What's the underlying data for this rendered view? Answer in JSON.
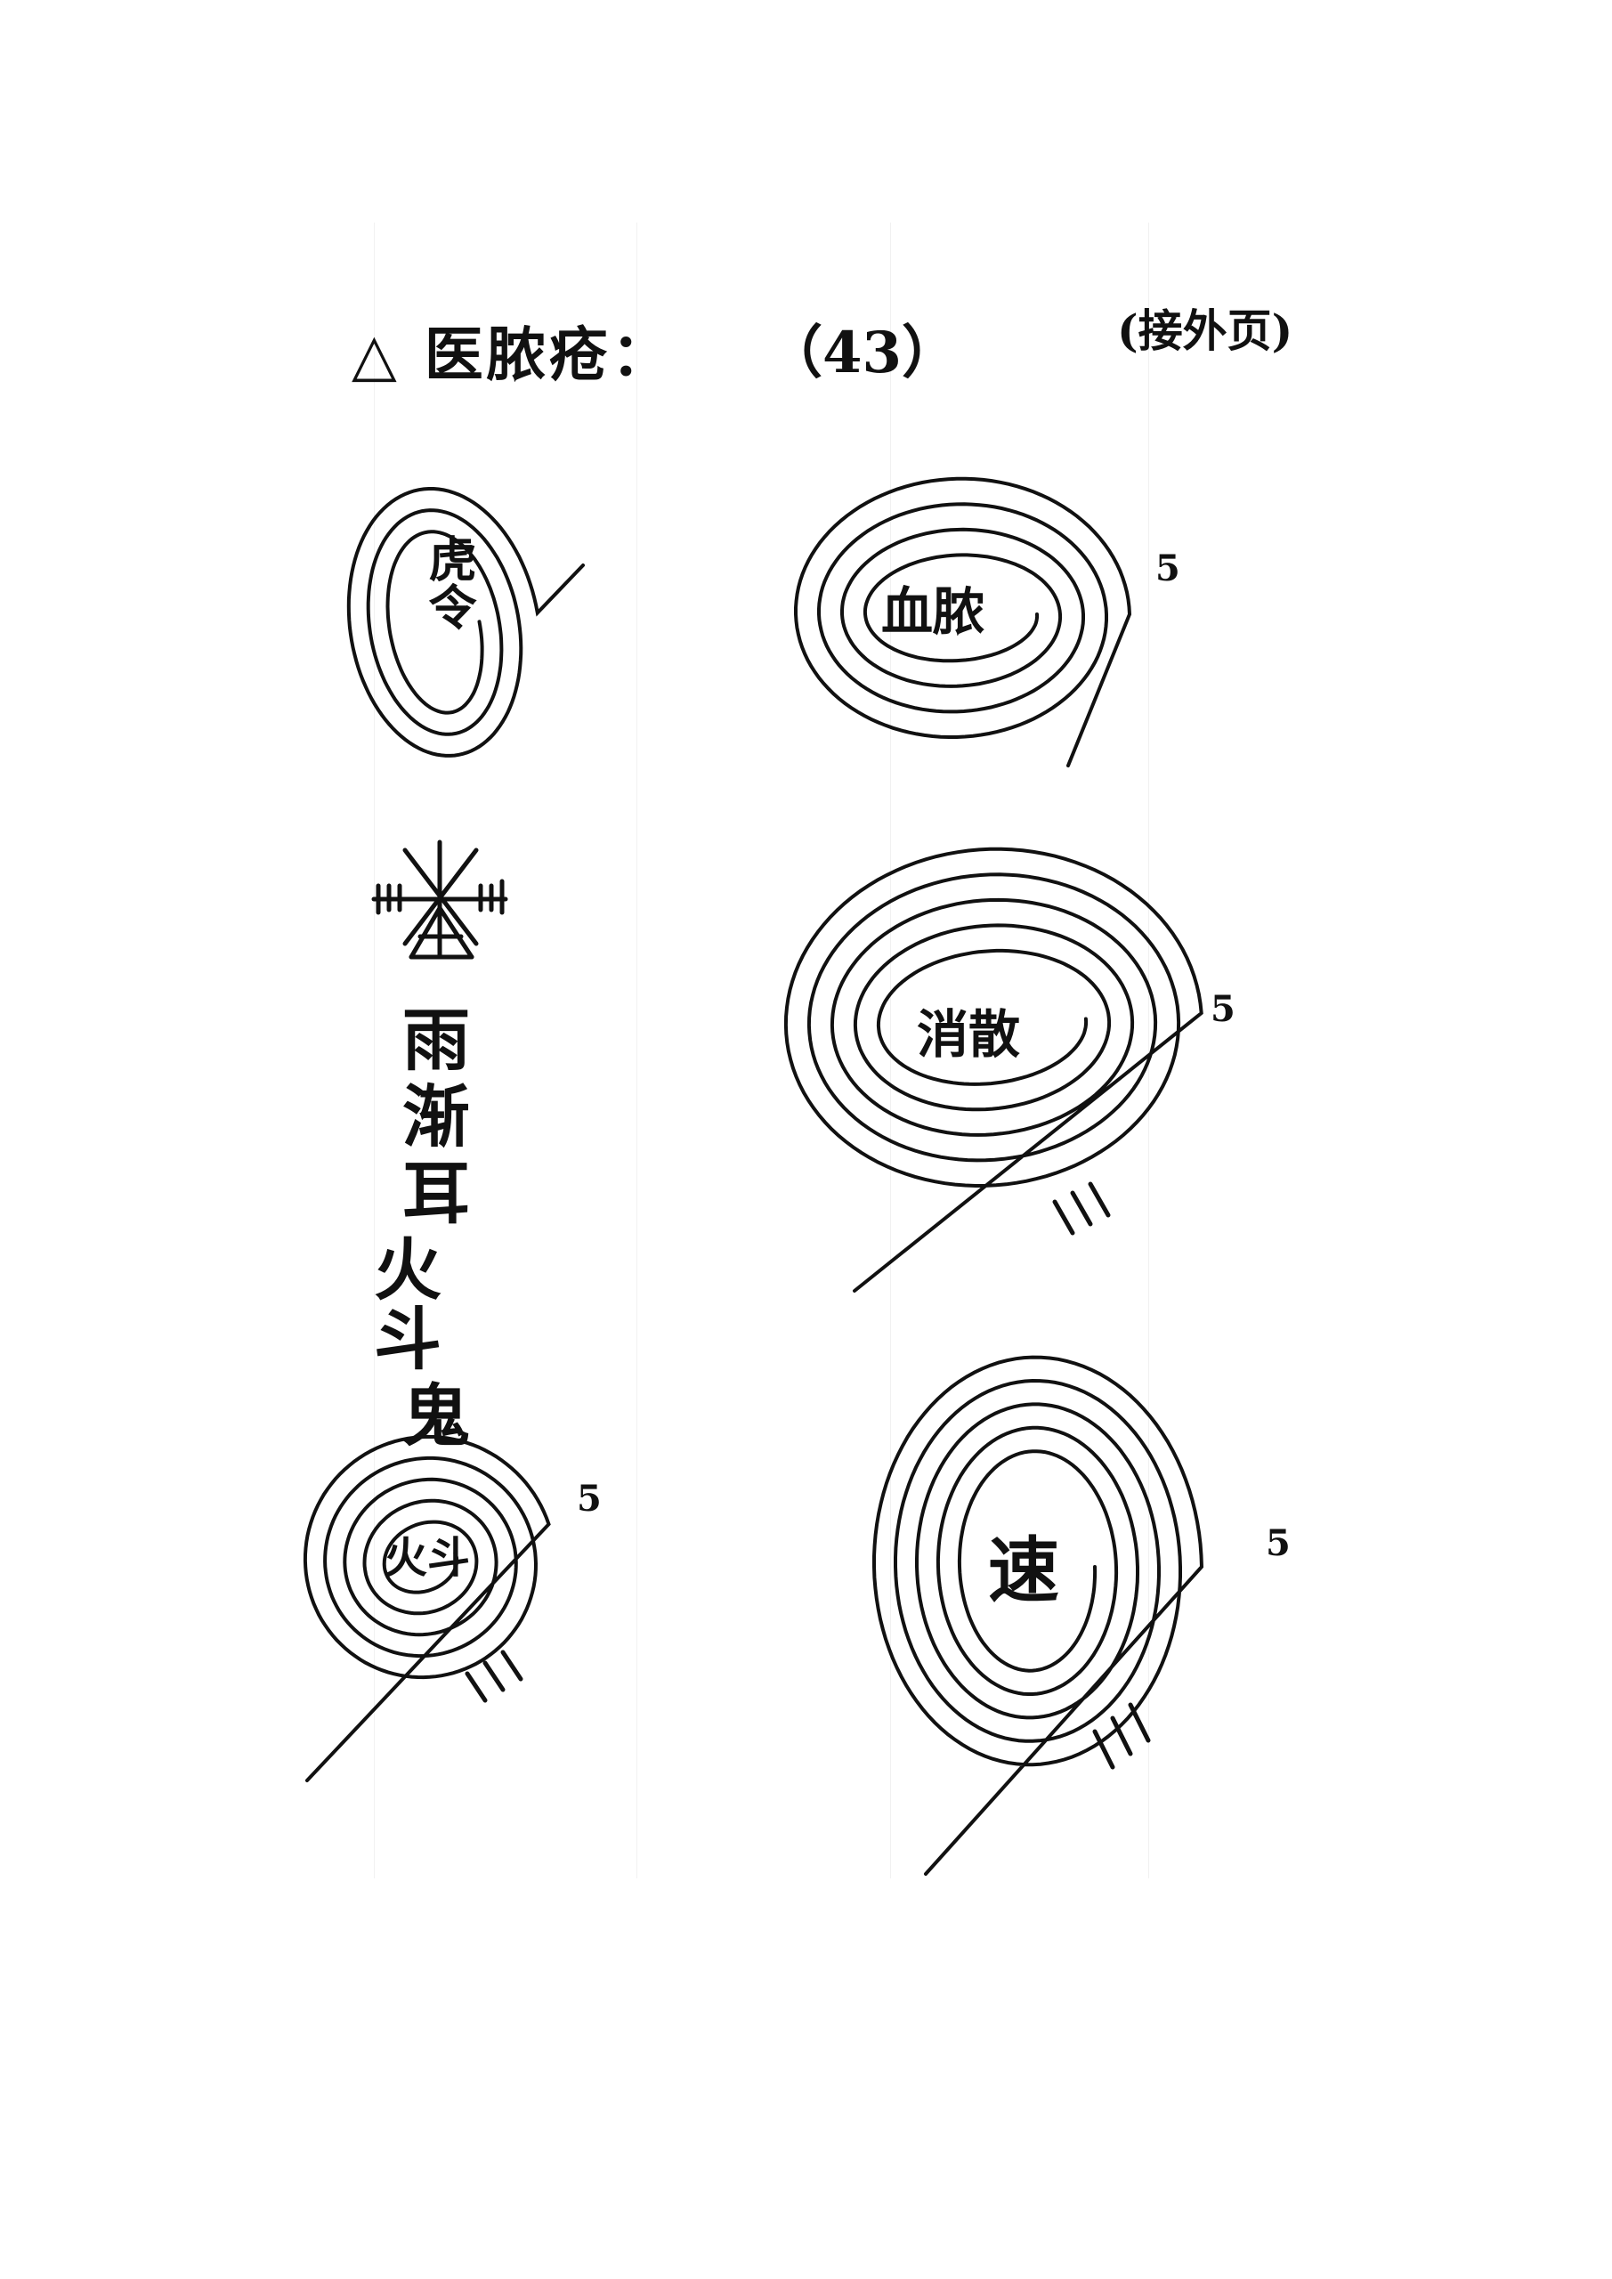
{
  "header": {
    "title": "△ 医脓疮：",
    "page_number": "（43）",
    "continuation_note": "(接外页)"
  },
  "talismans": [
    {
      "label": "虎令"
    },
    {
      "label": "血脓",
      "count_mark": "5"
    },
    {
      "label": "消散",
      "count_mark": "5"
    },
    {
      "label": "火斗",
      "count_mark": "5"
    },
    {
      "label": "速",
      "count_mark": "5"
    }
  ],
  "vertical_inscription": [
    "雨",
    "渐",
    "耳",
    "火斗",
    "鬼"
  ]
}
